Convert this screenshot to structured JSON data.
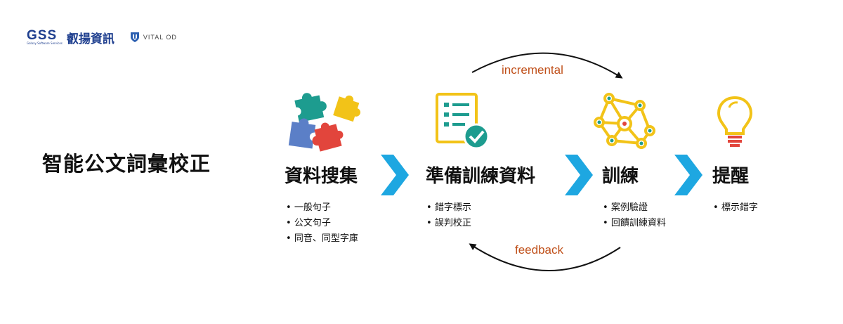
{
  "logos": {
    "gss_letters": "GSS",
    "gss_subtitle": "Galaxy Software Services",
    "gss_name": "叡揚資訊",
    "vital_name": "VITAL OD"
  },
  "title": "智能公文詞彙校正",
  "stages": [
    {
      "title": "資料搜集",
      "bullets": [
        "一般句子",
        "公文句子",
        "同音、同型字庫"
      ],
      "icon": "puzzle-icon"
    },
    {
      "title": "準備訓練資料",
      "bullets": [
        "錯字標示",
        "誤判校正"
      ],
      "icon": "checklist-icon"
    },
    {
      "title": "訓練",
      "bullets": [
        "案例驗證",
        "回饋訓練資料"
      ],
      "icon": "network-icon"
    },
    {
      "title": "提醒",
      "bullets": [
        "標示錯字"
      ],
      "icon": "lightbulb-icon"
    }
  ],
  "loops": {
    "top_label": "incremental",
    "bottom_label": "feedback"
  },
  "colors": {
    "chevron": "#1ea7e1",
    "loop_label": "#c0501a",
    "brand_blue": "#1f3f8f",
    "icon_yellow": "#f2c318",
    "icon_teal": "#1d9c8f"
  }
}
